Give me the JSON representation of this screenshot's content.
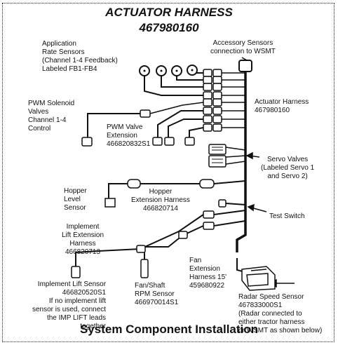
{
  "title": "ACTUATOR HARNESS",
  "part_number": "467980160",
  "labels": {
    "app_rate_sensors": [
      "Application",
      "Rate Sensors",
      "(Channel 1-4 Feedback)",
      "Labeled FB1-FB4"
    ],
    "accessory_sensors": [
      "Accessory Sensors",
      "connection to WSMT"
    ],
    "pwm_solenoid": [
      "PWM Solenoid",
      "Valves",
      "Channel 1-4",
      "Control"
    ],
    "actuator_harness": [
      "Actuator Harness",
      "467980160"
    ],
    "pwm_valve_ext": [
      "PWM Valve",
      "Extension",
      "466820832S1"
    ],
    "servo_valves": [
      "Servo Valves",
      "(Labeled Servo 1",
      "and Servo 2)"
    ],
    "hopper_level": [
      "Hopper",
      "Level",
      "Sensor"
    ],
    "hopper_ext": [
      "Hopper",
      "Extension Harness",
      "466820714"
    ],
    "test_switch": [
      "Test Switch"
    ],
    "impl_lift_ext": [
      "Implement",
      "Lift Extension",
      "Harness",
      "466820713"
    ],
    "fan_ext": [
      "Fan",
      "Extension",
      "Harness 15'",
      "459680922"
    ],
    "impl_lift_sensor": [
      "Implement Lift Sensor",
      "466820520S1",
      "If no implement lift",
      "sensor is used, connect",
      "the IMP LIFT leads",
      "together"
    ],
    "fan_shaft": [
      "Fan/Shaft",
      "RPM Sensor",
      "466970014S1"
    ],
    "radar": [
      "Radar Speed Sensor",
      "467833000S1",
      "(Radar connected to",
      "either tractor harness",
      "or WSMT as shown below)"
    ]
  },
  "footer": "System Component Installation",
  "colors": {
    "line": "#111111",
    "connector_fill": "#ffffff"
  }
}
